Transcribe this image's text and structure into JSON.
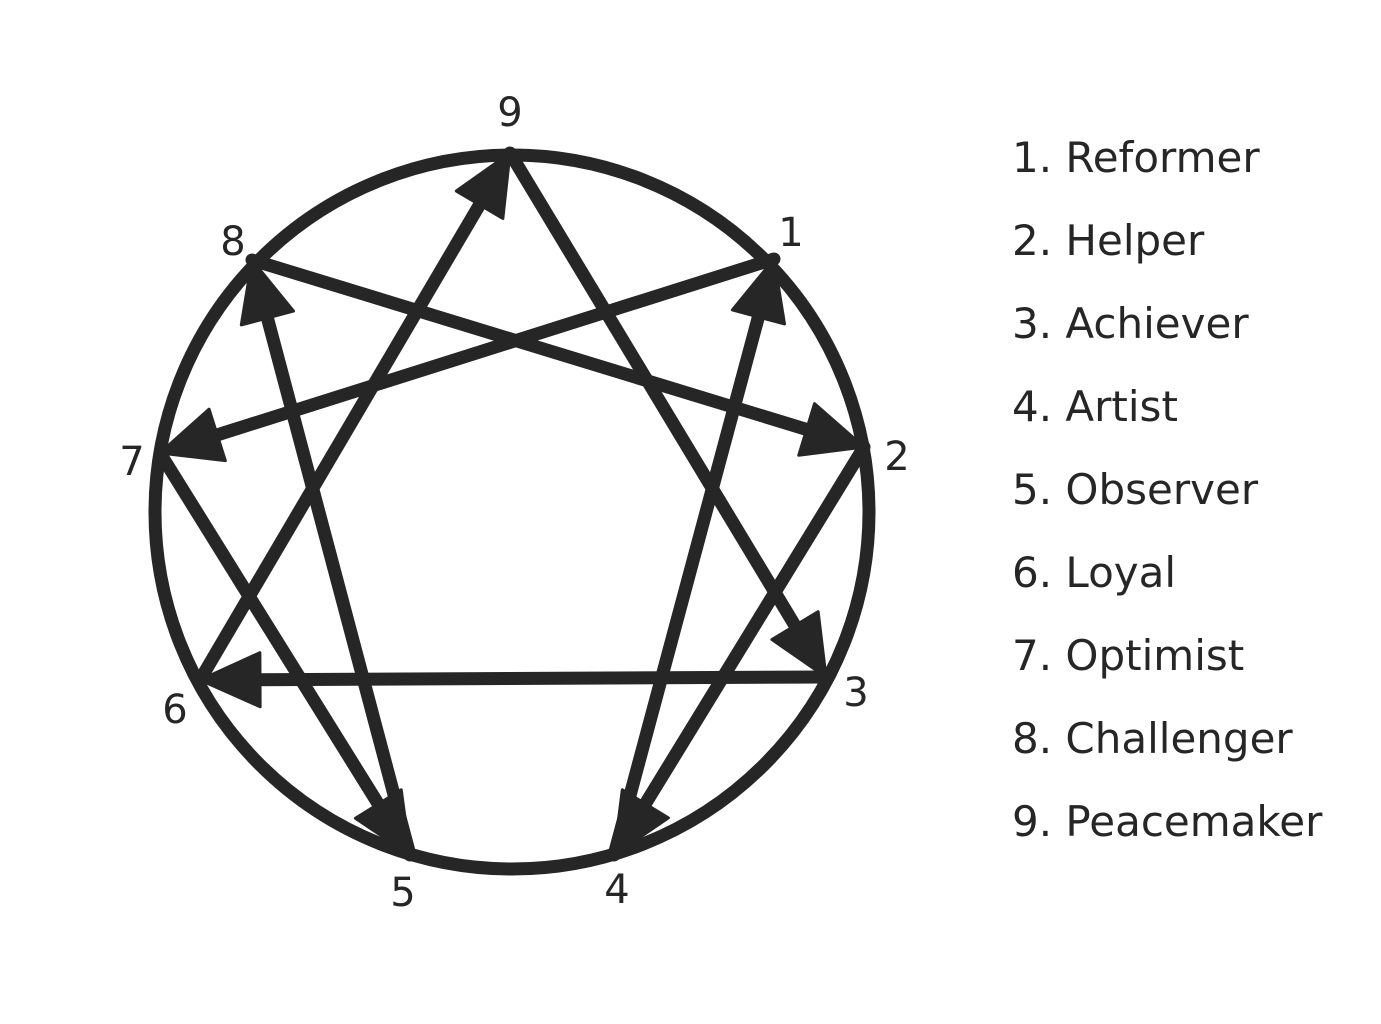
{
  "colors": {
    "ink": "#262626",
    "background": "#ffffff"
  },
  "diagram": {
    "points": [
      {
        "id": "9",
        "label": "9"
      },
      {
        "id": "1",
        "label": "1"
      },
      {
        "id": "2",
        "label": "2"
      },
      {
        "id": "3",
        "label": "3"
      },
      {
        "id": "4",
        "label": "4"
      },
      {
        "id": "5",
        "label": "5"
      },
      {
        "id": "6",
        "label": "6"
      },
      {
        "id": "7",
        "label": "7"
      },
      {
        "id": "8",
        "label": "8"
      }
    ],
    "arrows": [
      {
        "from": "9",
        "to": "3"
      },
      {
        "from": "3",
        "to": "6"
      },
      {
        "from": "6",
        "to": "9"
      },
      {
        "from": "1",
        "to": "7"
      },
      {
        "from": "7",
        "to": "5"
      },
      {
        "from": "5",
        "to": "8"
      },
      {
        "from": "8",
        "to": "2"
      },
      {
        "from": "2",
        "to": "4"
      },
      {
        "from": "4",
        "to": "1"
      }
    ]
  },
  "legend": {
    "items": [
      "1. Reformer",
      "2. Helper",
      "3. Achiever",
      "4. Artist",
      "5. Observer",
      "6. Loyal",
      "7. Optimist",
      "8. Challenger",
      "9. Peacemaker"
    ]
  }
}
